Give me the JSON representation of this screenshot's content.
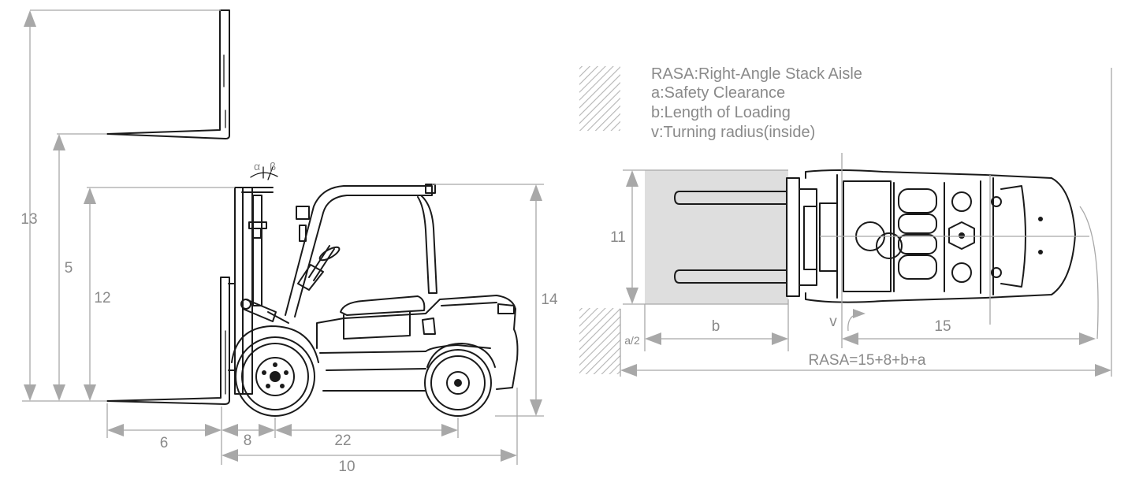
{
  "side_view": {
    "dims": {
      "d13": "13",
      "d5": "5",
      "d12": "12",
      "d14": "14",
      "d6": "6",
      "d8": "8",
      "d22": "22",
      "d10": "10"
    },
    "angles": {
      "alpha": "α",
      "beta": "β"
    }
  },
  "top_view": {
    "legend": {
      "rasa": "RASA:Right-Angle Stack Aisle",
      "a": "a:Safety Clearance",
      "b": "b:Length of Loading",
      "v": "v:Turning radius(inside)"
    },
    "dims": {
      "d11": "11",
      "b": "b",
      "d15": "15",
      "v": "v",
      "a_half": "a/2",
      "rasa_formula": "RASA=15+8+b+a"
    }
  },
  "colors": {
    "ink": "#1a1a1a",
    "dimension_gray": "#a8a8a8",
    "text_gray": "#8a8a8a",
    "load_fill": "#dedede",
    "hatch": "#b5b5b5"
  }
}
